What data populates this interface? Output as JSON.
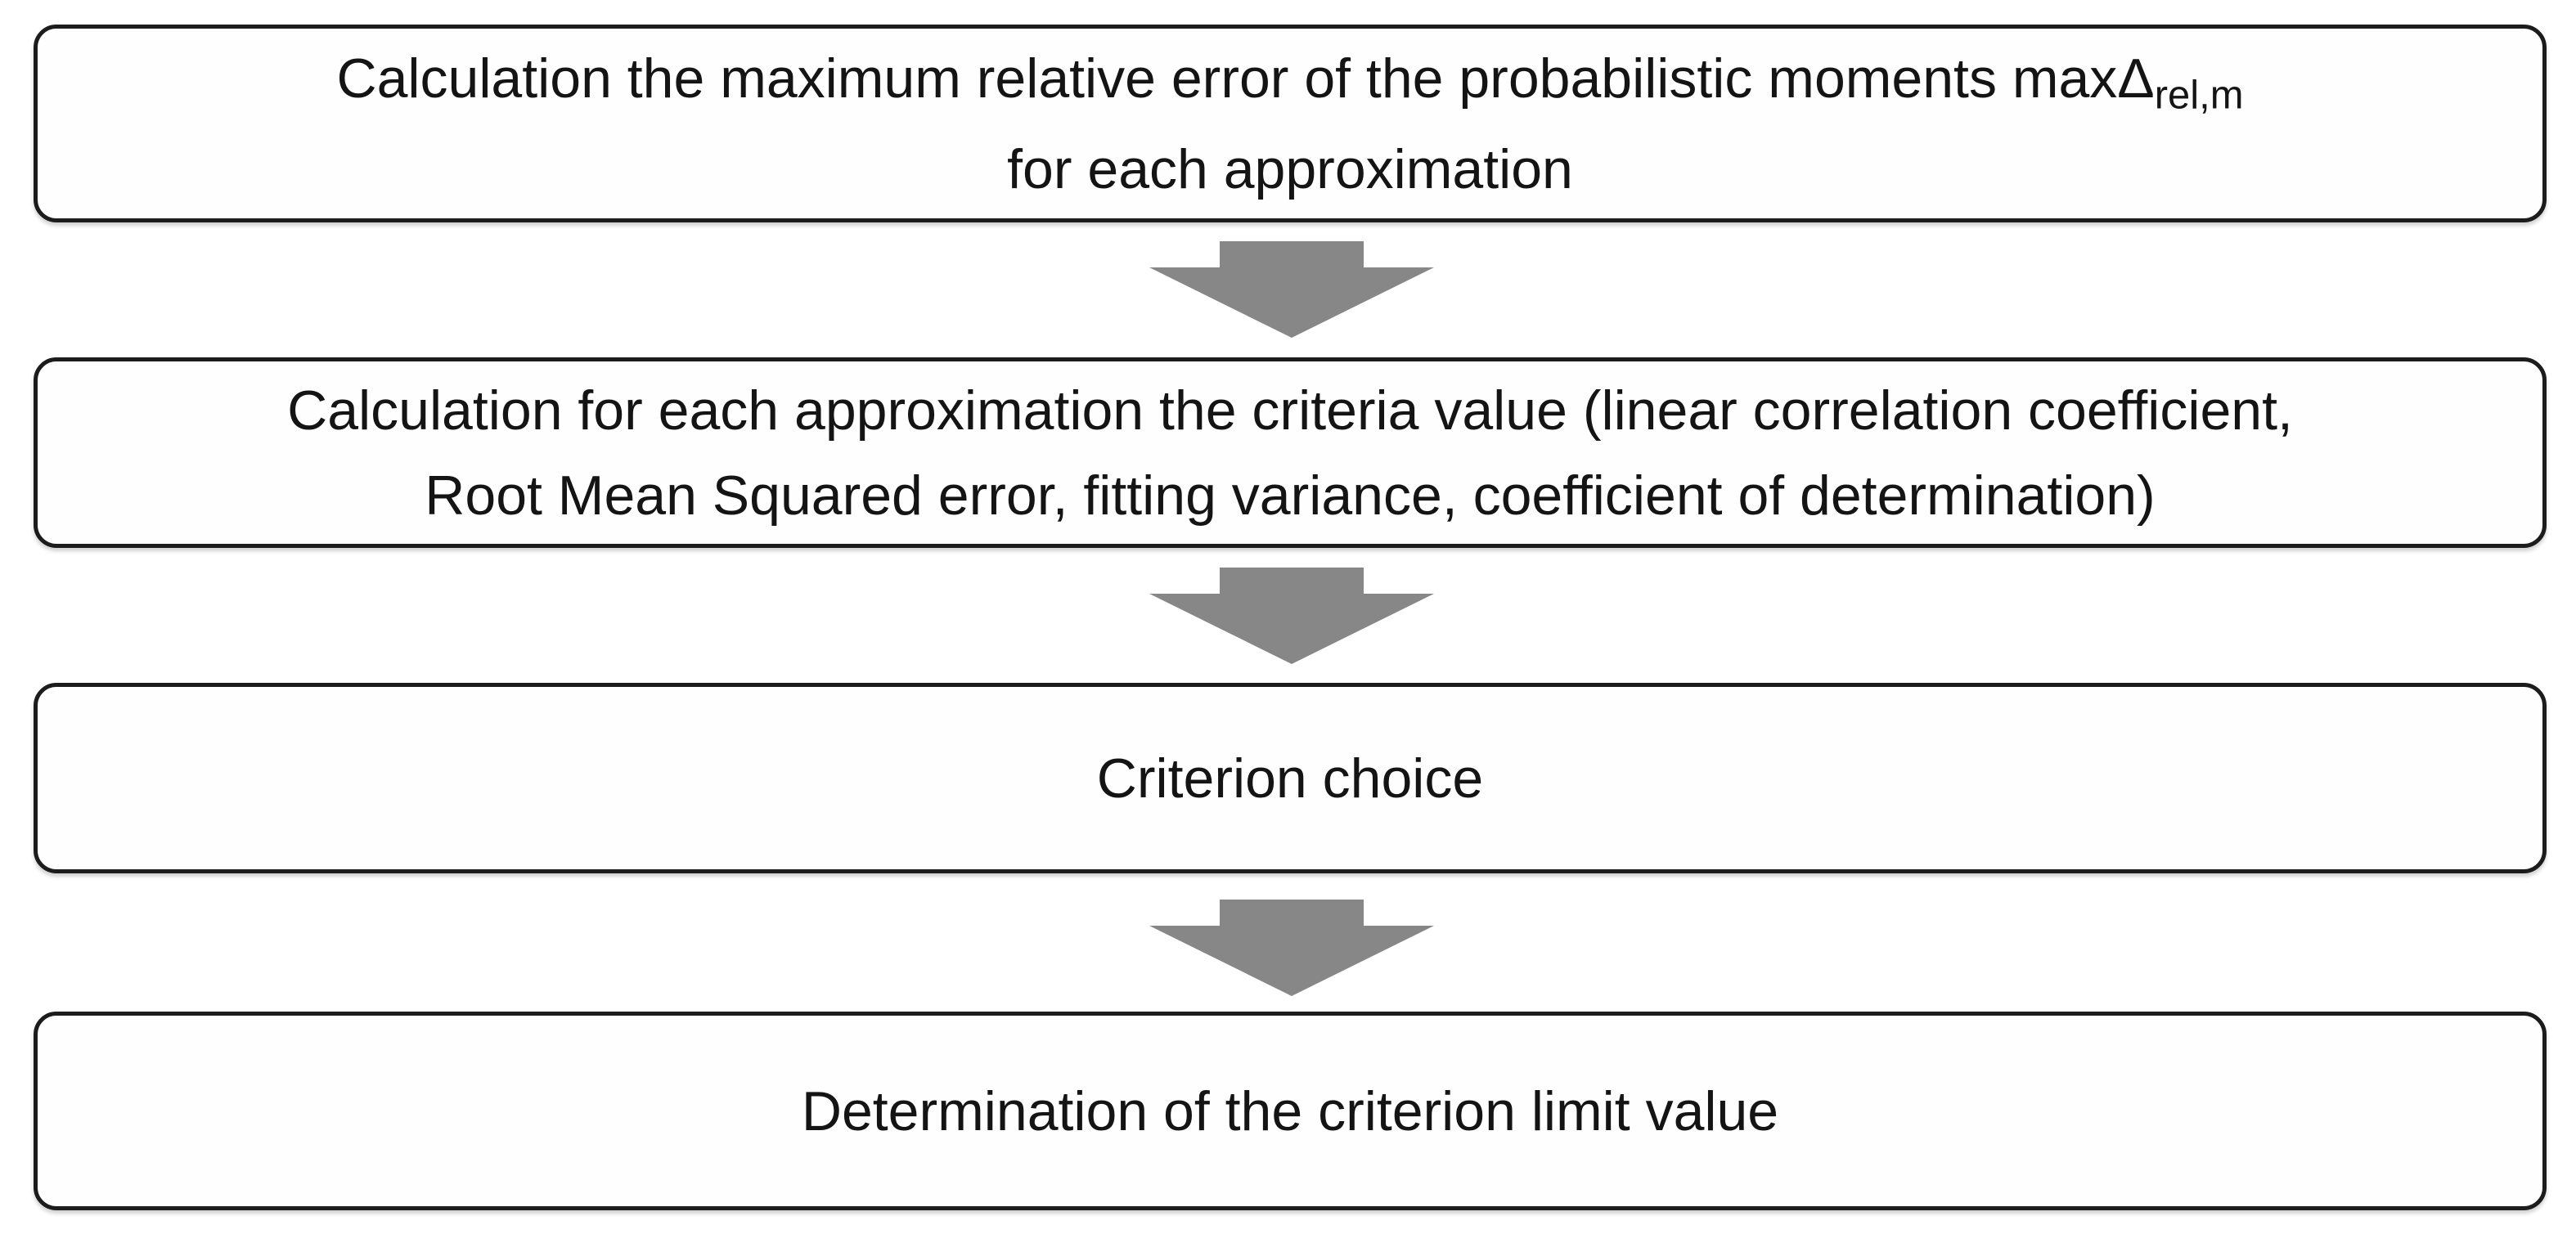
{
  "colors": {
    "page-bg": "#ffffff",
    "box-fill": "#fefefe",
    "box-border": "#1c1c1c",
    "text": "#141414",
    "arrow": "#878787"
  },
  "steps": [
    {
      "name": "step-1",
      "line1": "Calculation the maximum relative error of the probabilistic moments maxΔ",
      "line1_subscript": "rel,m",
      "line2": "for each approximation"
    },
    {
      "name": "step-2",
      "line1": "Calculation for each approximation the criteria value (linear correlation coefficient,",
      "line2": "Root Mean Squared error, fitting variance, coefficient of determination)"
    },
    {
      "name": "step-3",
      "line1": "Criterion choice"
    },
    {
      "name": "step-4",
      "line1": "Determination of the criterion limit value"
    }
  ]
}
